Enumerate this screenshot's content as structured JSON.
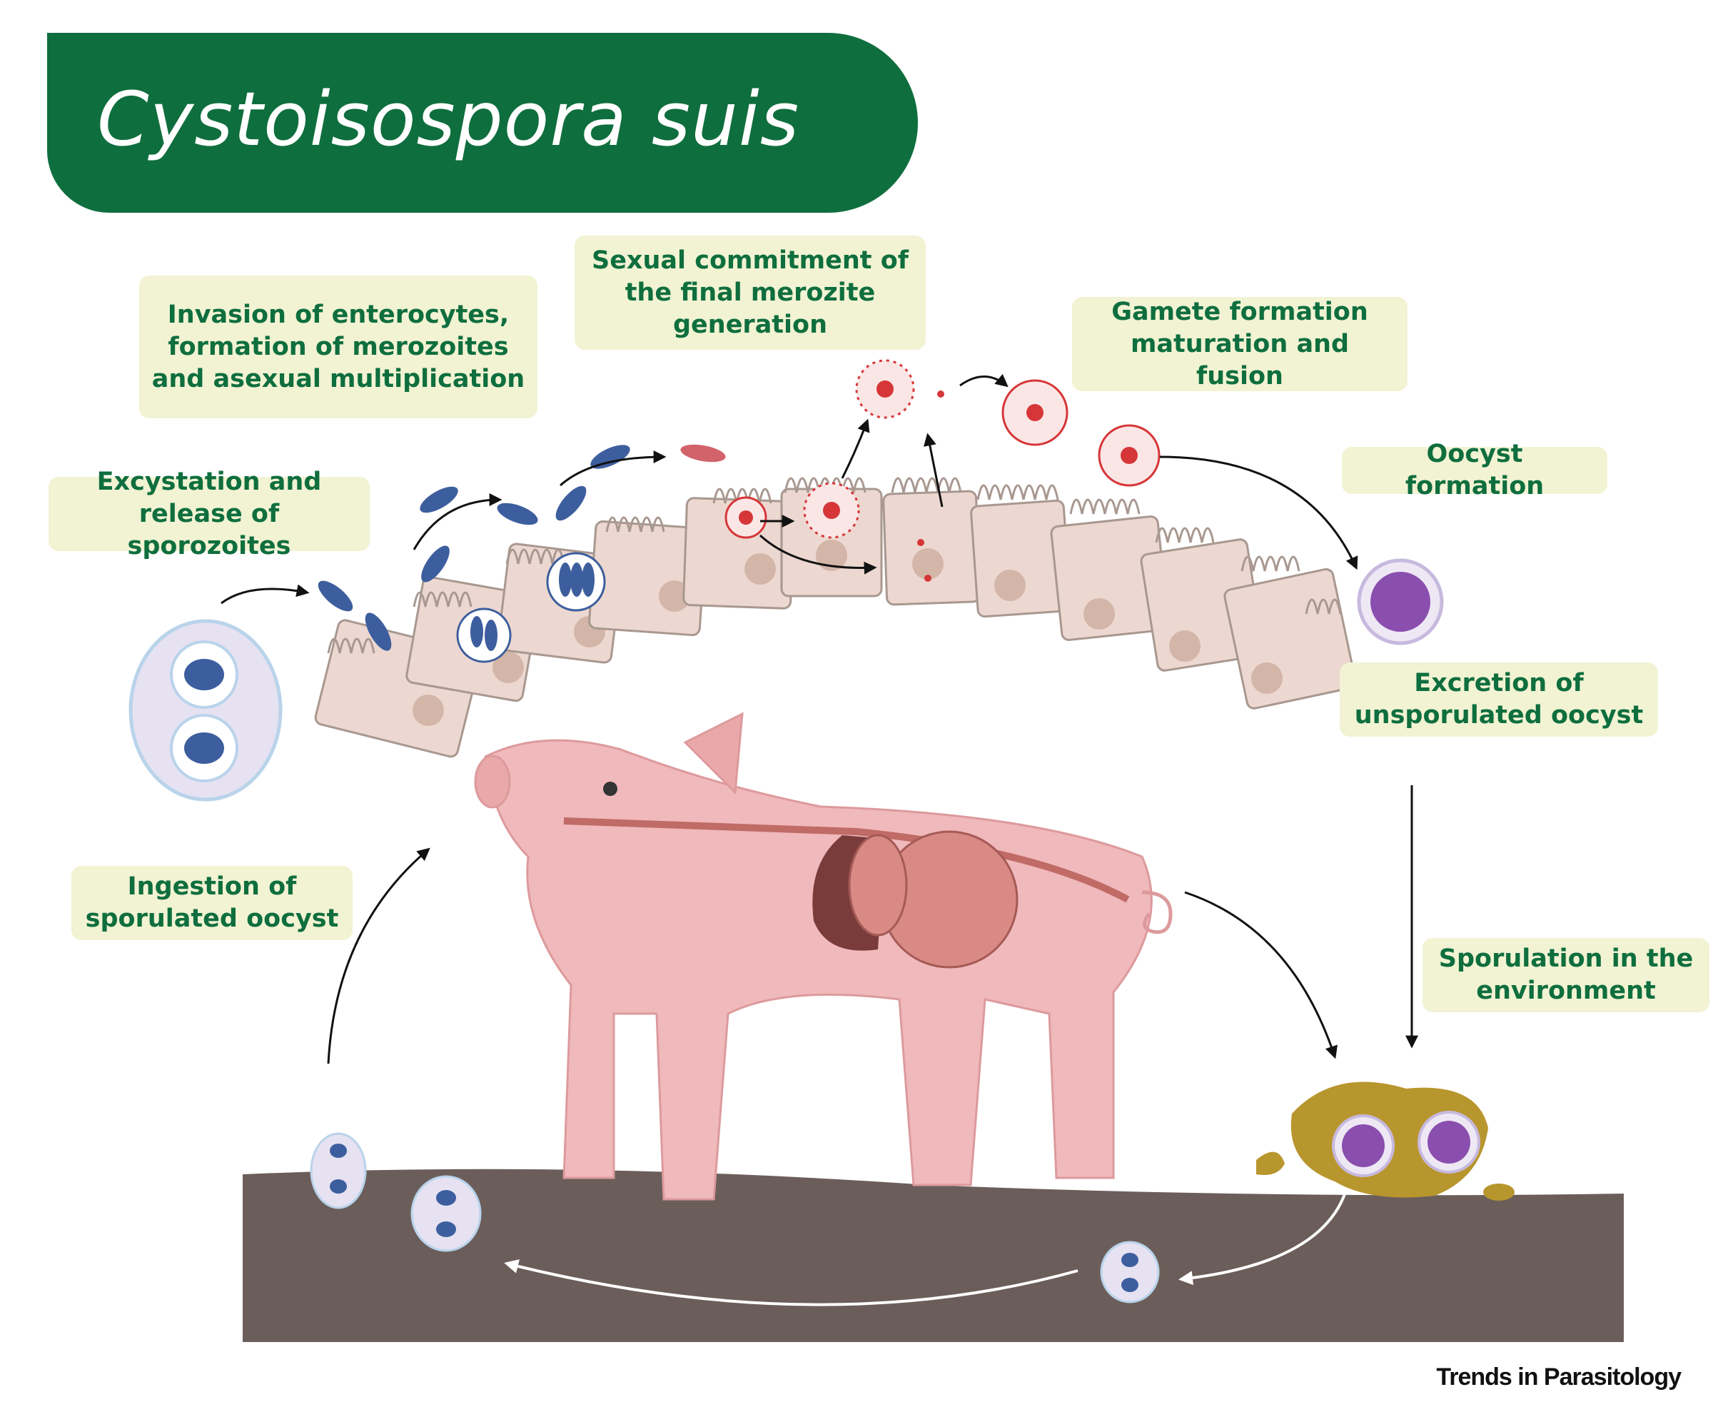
{
  "title": "Cystoisospora suis",
  "steps": {
    "excystation": "Excystation and\nrelease of sporozoites",
    "invasion": "Invasion of enterocytes,\nformation of merozoites\nand asexual multiplication",
    "sexual_commitment": "Sexual commitment of\nthe final merozite\ngeneration",
    "gamete_formation": "Gamete formation\nmaturation and fusion",
    "oocyst_formation": "Oocyst formation",
    "excretion": "Excretion of\nunsporulated oocyst",
    "sporulation": "Sporulation in the\nenvironment",
    "ingestion": "Ingestion of\nsporulated oocyst"
  },
  "credit": "Trends in Parasitology",
  "colors": {
    "banner": "#0f6e3e",
    "label_bg": "#f1f3d3",
    "label_text": "#0f6e3e",
    "ground": "#6b5e5a",
    "cell": "#ecd8d0",
    "pig": "#f0b9bb",
    "sporozoite": "#3d5e9e",
    "gamete": "#d63638",
    "oocyst": "#8a4fae",
    "feces": "#b8962e"
  }
}
